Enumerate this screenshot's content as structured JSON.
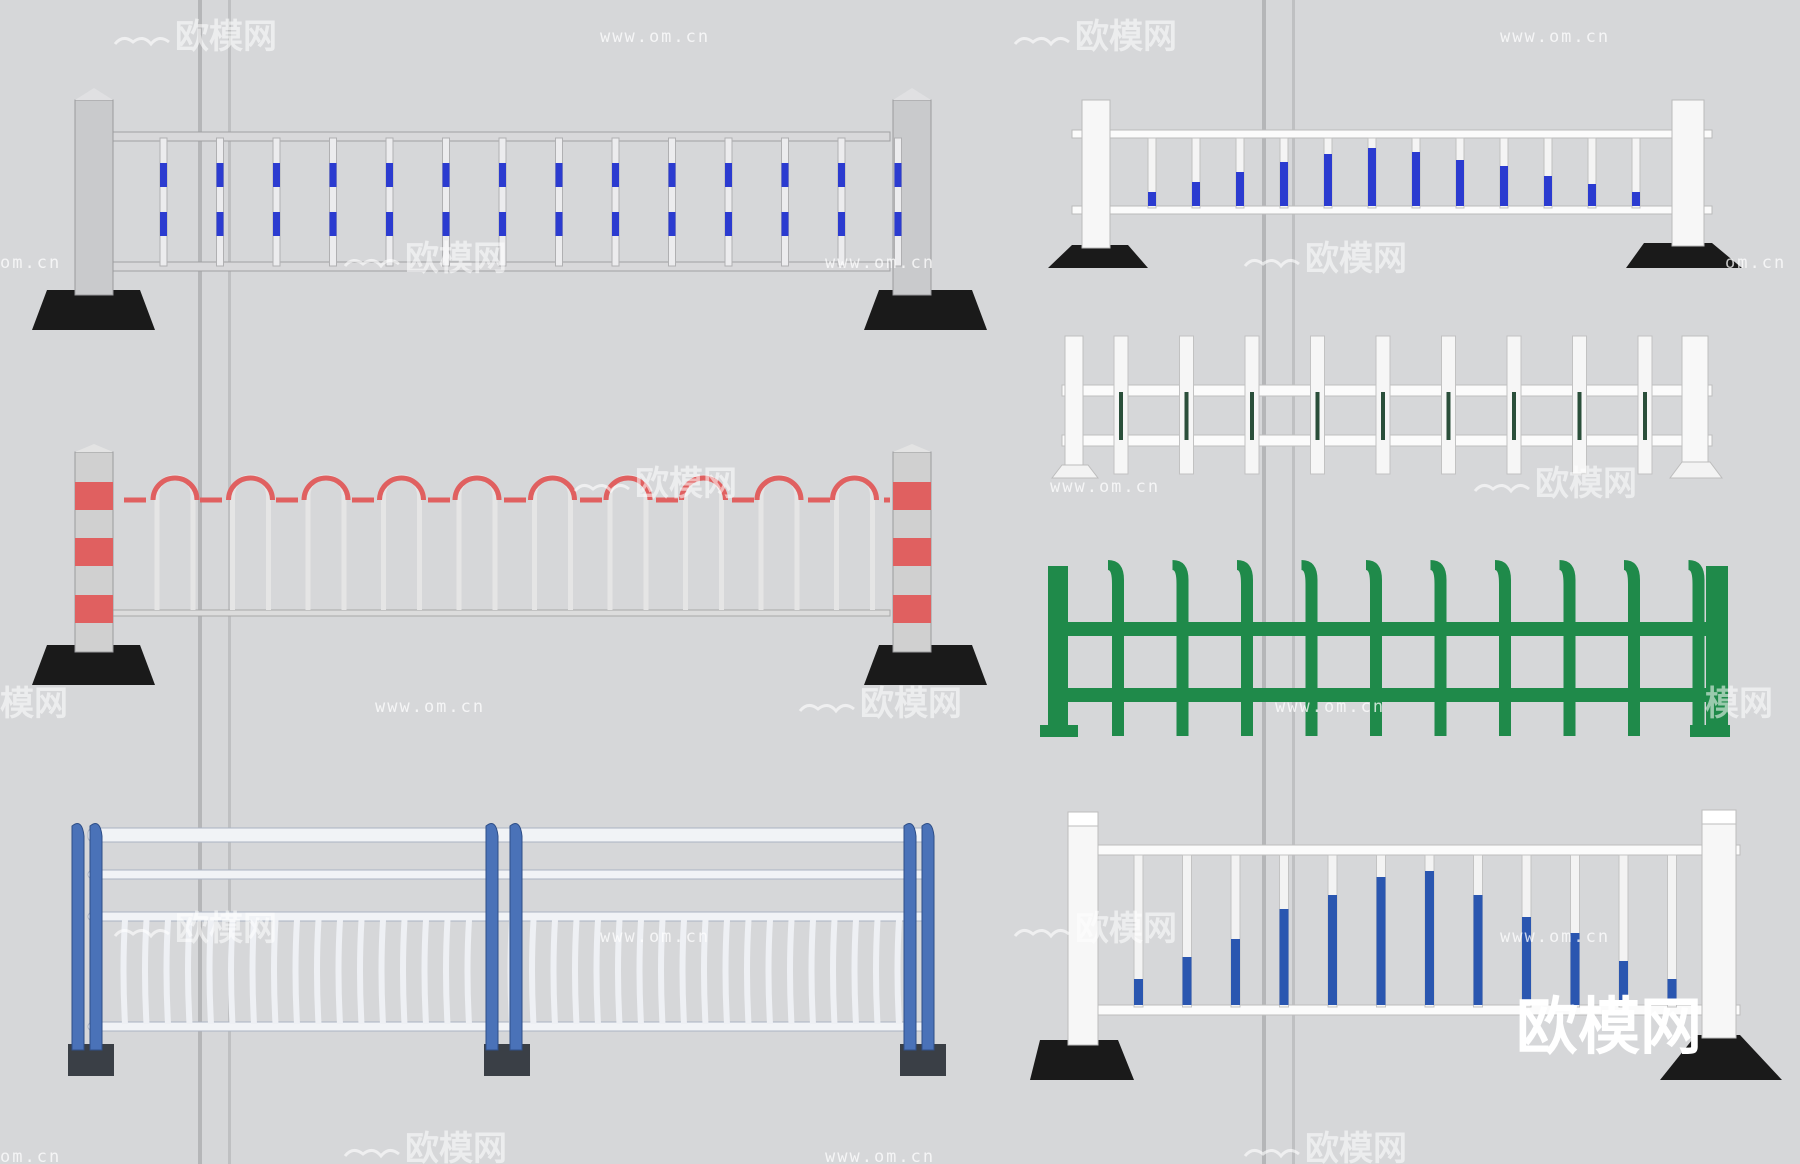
{
  "watermark": {
    "brand": "欧模网",
    "url": "www.om.cn",
    "url_partial": "om.cn",
    "brand_partial": "模网"
  },
  "colors": {
    "background": "#d6d7d9",
    "stripe_blue": "#2b3bd0",
    "stripe_red": "#e06060",
    "fence_green": "#1f8a4a",
    "pipe_blue": "#4a72b8",
    "base_black": "#1a1a1a"
  },
  "fences": [
    {
      "name": "grey-rail-fence-blue-marks",
      "post_color": "#c9cacc"
    },
    {
      "name": "white-rail-fence-blue-stripes",
      "post_color": "#f6f6f6"
    },
    {
      "name": "red-white-arch-fence",
      "post_color": "#d0d0d0"
    },
    {
      "name": "white-picket-fence",
      "post_color": "#f8f8f8"
    },
    {
      "name": "green-arch-picket-fence",
      "post_color": "#1f8a4a"
    },
    {
      "name": "white-blue-pipe-guardrail",
      "post_color": "#4a72b8"
    },
    {
      "name": "white-rail-fence-blue-bars",
      "post_color": "#f6f6f6"
    }
  ]
}
